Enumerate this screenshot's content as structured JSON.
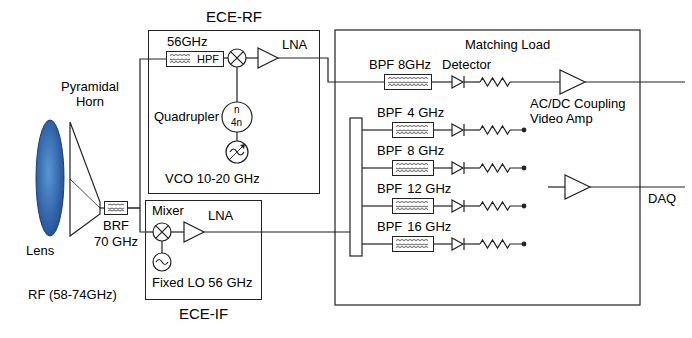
{
  "diagram": {
    "nodes": [
      {
        "text": [
          "ECE-RF"
        ]
      },
      {
        "text": [
          "56GHz",
          "HPF"
        ],
        "in": 0
      },
      {
        "text": [
          "BRF",
          "70 GHz"
        ]
      },
      {
        "text": [
          "ECE-IF"
        ]
      },
      {
        "text": [
          "BPF 8GHz"
        ]
      },
      {
        "text": [
          "BPF",
          "4 GHz"
        ]
      },
      {
        "text": [
          "BPF",
          "8 GHz"
        ]
      },
      {
        "text": [
          "BPF",
          "12 GHz"
        ]
      },
      {
        "text": [
          "BPF",
          "16 GHz"
        ]
      }
    ],
    "edges": [
      {
        "from": 2,
        "to": 1,
        "arrow": "none"
      },
      {
        "from": 2,
        "to": 3,
        "arrow": "none"
      },
      {
        "from": 0,
        "to": 4,
        "arrow": "none"
      }
    ],
    "labels": [
      "Pyramidal Horn",
      "Lens",
      "RF (58-74GHz)",
      "Quadrupler",
      "n",
      "4n",
      "VCO 10-20 GHz",
      "LNA",
      "Mixer",
      "LNA",
      "Fixed LO 56 GHz",
      "Matching Load",
      "Detector",
      "AC/DC Coupling Video Amp",
      "DAQ"
    ]
  }
}
